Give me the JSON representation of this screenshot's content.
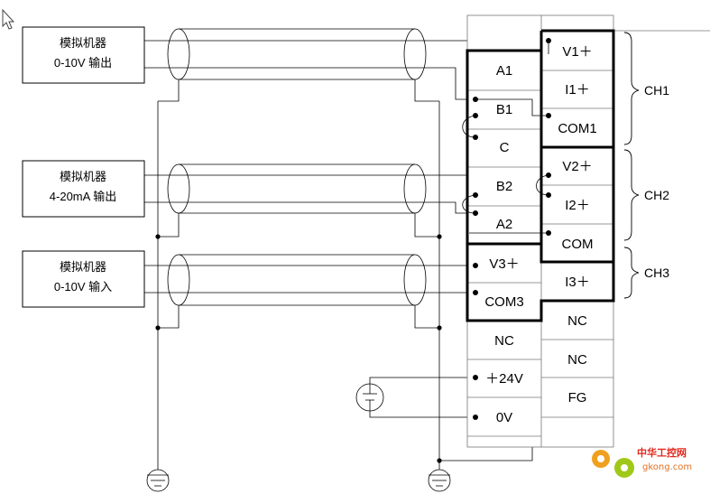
{
  "sources": [
    {
      "line1": "模拟机器",
      "line2": "0-10V 输出"
    },
    {
      "line1": "模拟机器",
      "line2": "4-20mA 输出"
    },
    {
      "line1": "模拟机器",
      "line2": "0-10V 输入"
    }
  ],
  "terminals": {
    "left": [
      "A1",
      "B1",
      "C",
      "B2",
      "A2",
      "V3＋",
      "COM3",
      "NC",
      "＋24V",
      "0V"
    ],
    "right": [
      "V1＋",
      "I1＋",
      "COM1",
      "V2＋",
      "I2＋",
      "COM",
      "I3＋",
      "NC",
      "NC",
      "FG"
    ]
  },
  "channels": [
    "CH1",
    "CH2",
    "CH3"
  ],
  "watermark": {
    "brand": "中华工控网",
    "url": "gkong.com"
  }
}
